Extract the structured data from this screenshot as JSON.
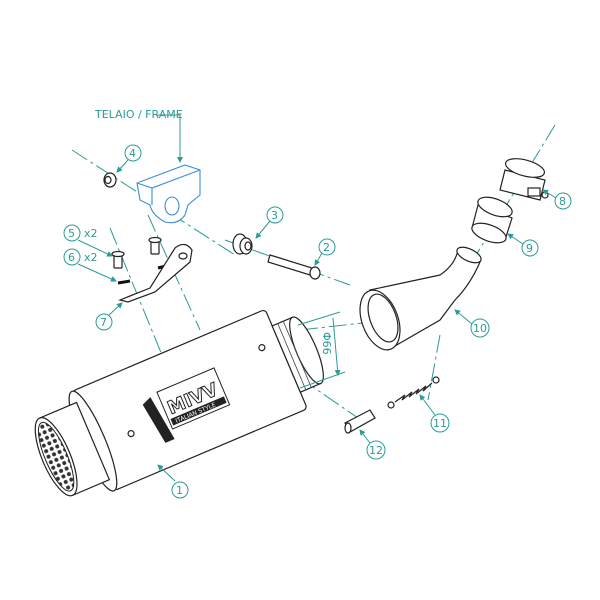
{
  "frame_label": "TELAIO / FRAME",
  "dimension": "Φ66",
  "logo": {
    "brand": "MIVV",
    "tagline": "ITALIAN STYLE"
  },
  "colors": {
    "callout": "#2b9a98",
    "frame": "#3b8ed8",
    "part": "#222222"
  },
  "callouts": [
    {
      "num": "1"
    },
    {
      "num": "2"
    },
    {
      "num": "3"
    },
    {
      "num": "4"
    },
    {
      "num": "5",
      "qty": "x2"
    },
    {
      "num": "6",
      "qty": "x2"
    },
    {
      "num": "7"
    },
    {
      "num": "8"
    },
    {
      "num": "9"
    },
    {
      "num": "10"
    },
    {
      "num": "11"
    },
    {
      "num": "12"
    }
  ]
}
